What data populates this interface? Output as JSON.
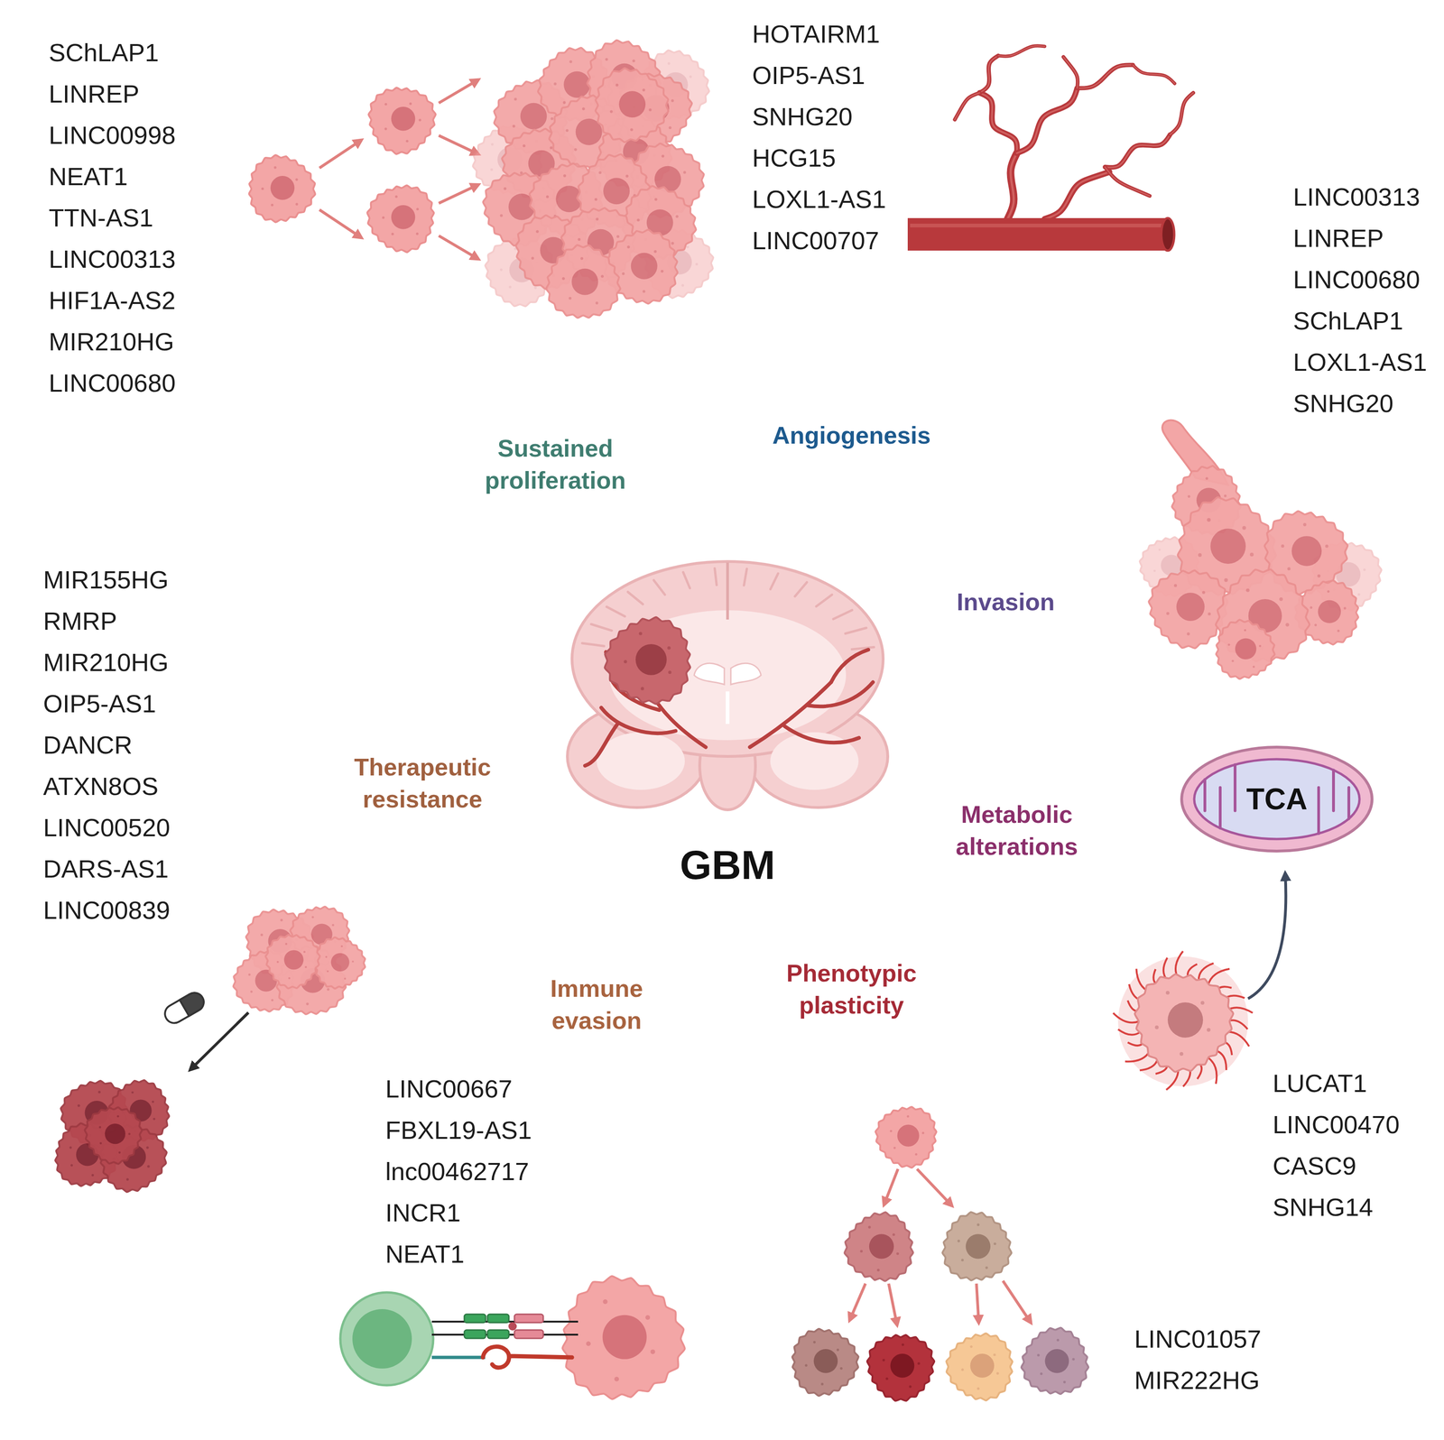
{
  "diagram": {
    "nodes": [
      {
        "text": [
          "SChLAP1",
          "LINREP",
          "LINC00998",
          "NEAT1",
          "TTN-AS1",
          "LINC00313",
          "HIF1A-AS2",
          "MIR210HG",
          "LINC00680"
        ]
      },
      {
        "text": [
          "HOTAIRM1",
          "OIP5-AS1",
          "SNHG20",
          "HCG15",
          "LOXL1-AS1",
          "LINC00707"
        ]
      },
      {
        "text": [
          "LINC00313",
          "LINREP",
          "LINC00680",
          "SChLAP1",
          "LOXL1-AS1",
          "SNHG20"
        ]
      },
      {
        "text": [
          "LUCAT1",
          "LINC00470",
          "CASC9",
          "SNHG14"
        ]
      },
      {
        "text": [
          "LINC01057",
          "MIR222HG"
        ]
      },
      {
        "text": [
          "LINC00667",
          "FBXL19-AS1",
          "lnc00462717",
          "INCR1",
          "NEAT1"
        ]
      },
      {
        "text": [
          "MIR155HG",
          "RMRP",
          "MIR210HG",
          "OIP5-AS1",
          "DANCR",
          "ATXN8OS",
          "LINC00520",
          "DARS-AS1",
          "LINC00839"
        ]
      },
      {
        "text": [
          "Sustained proliferation"
        ]
      },
      {
        "text": [
          "Angiogenesis"
        ]
      },
      {
        "text": [
          "Invasion"
        ]
      },
      {
        "text": [
          "Metabolic alterations"
        ]
      },
      {
        "text": [
          "Phenotypic plasticity"
        ]
      },
      {
        "text": [
          "Immune evasion"
        ]
      },
      {
        "text": [
          "Therapeutic resistance"
        ]
      },
      {
        "text": [
          "GBM"
        ]
      }
    ],
    "labels": [
      "TCA"
    ]
  }
}
